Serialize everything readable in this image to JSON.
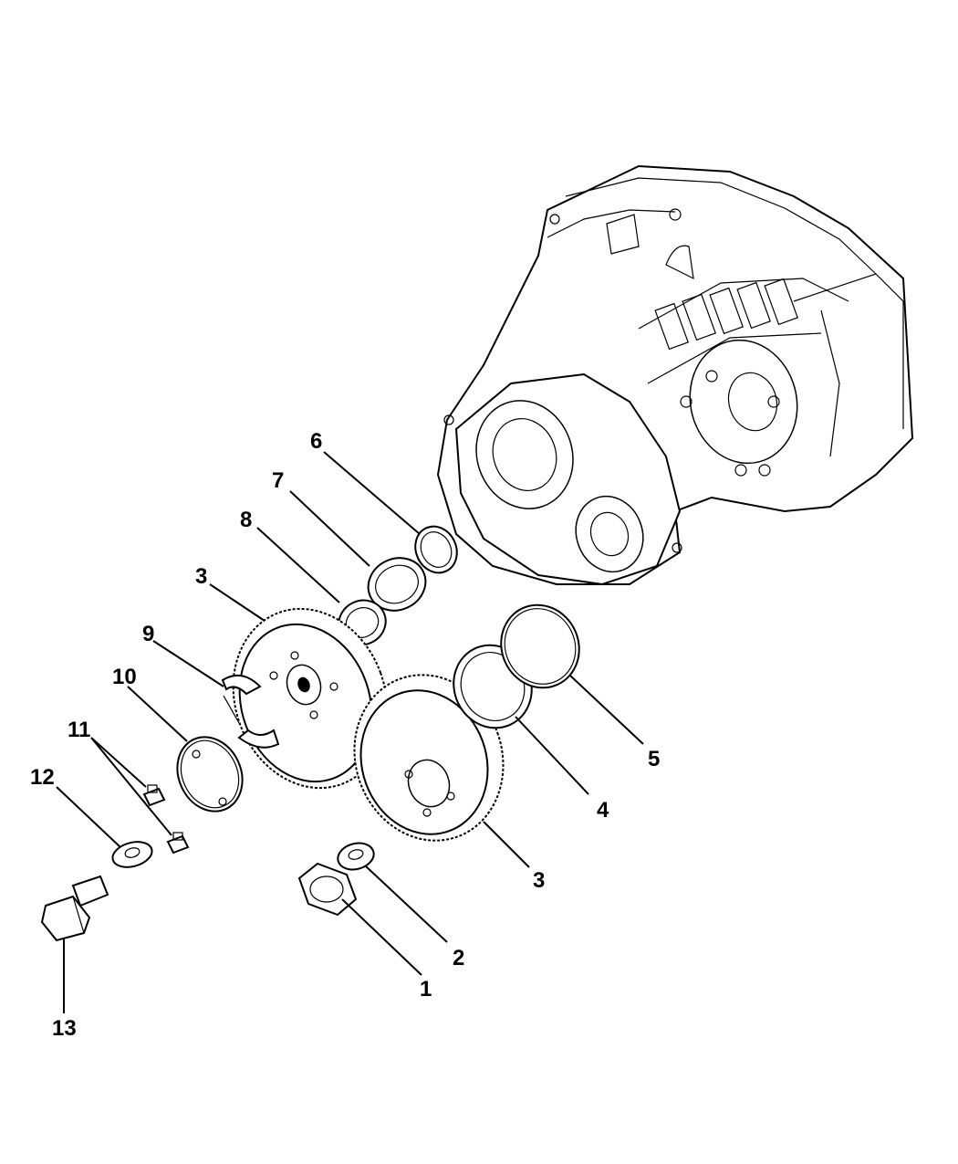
{
  "colors": {
    "line": "#000000",
    "background": "#ffffff"
  },
  "callouts": {
    "c1": "1",
    "c2": "2",
    "c3a": "3",
    "c3b": "3",
    "c4": "4",
    "c5": "5",
    "c6": "6",
    "c7": "7",
    "c8": "8",
    "c9": "9",
    "c10": "10",
    "c11": "11",
    "c12": "12",
    "c13": "13"
  }
}
